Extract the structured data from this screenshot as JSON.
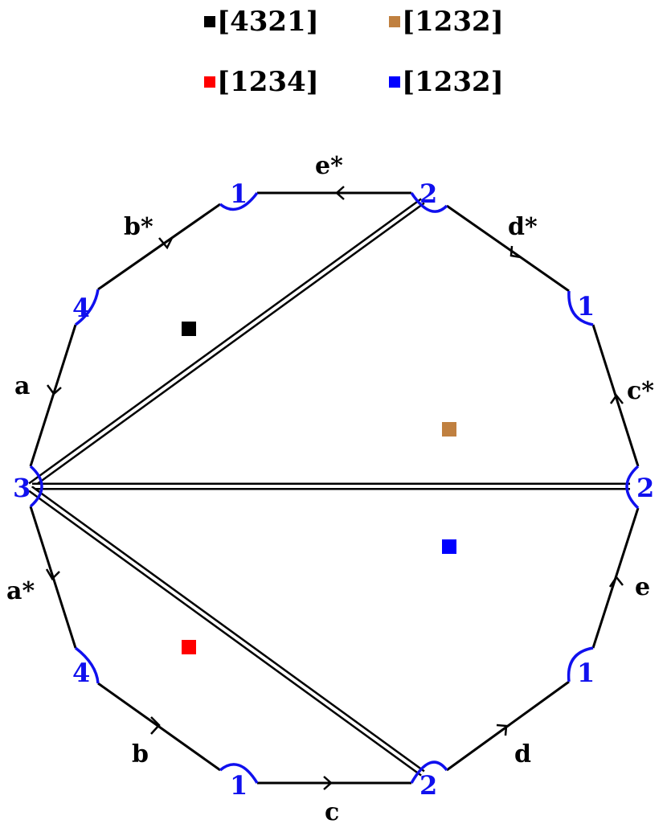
{
  "colors": {
    "vertex": "#1010ee",
    "edge": "#000000",
    "black_region": "#000000",
    "brown_region": "#c08040",
    "red_region": "#ff0000",
    "blue_region": "#0000ff"
  },
  "legend": {
    "black": "[4321]",
    "brown": "[1232]",
    "red": "[1234]",
    "blue": "[1232]"
  },
  "vertices": {
    "top_left_1": "1",
    "top_right_2": "2",
    "upper_left_4": "4",
    "upper_right_1": "1",
    "left_3": "3",
    "right_2": "2",
    "lower_left_4": "4",
    "lower_right_1": "1",
    "bottom_left_1": "1",
    "bottom_right_2": "2"
  },
  "edges": {
    "top": "e*",
    "upper_left": "b*",
    "upper_right": "d*",
    "left_upper": "a",
    "right_upper": "c*",
    "left_lower": "a*",
    "right_lower": "e",
    "lower_left": "b",
    "lower_right": "d",
    "bottom": "c"
  }
}
